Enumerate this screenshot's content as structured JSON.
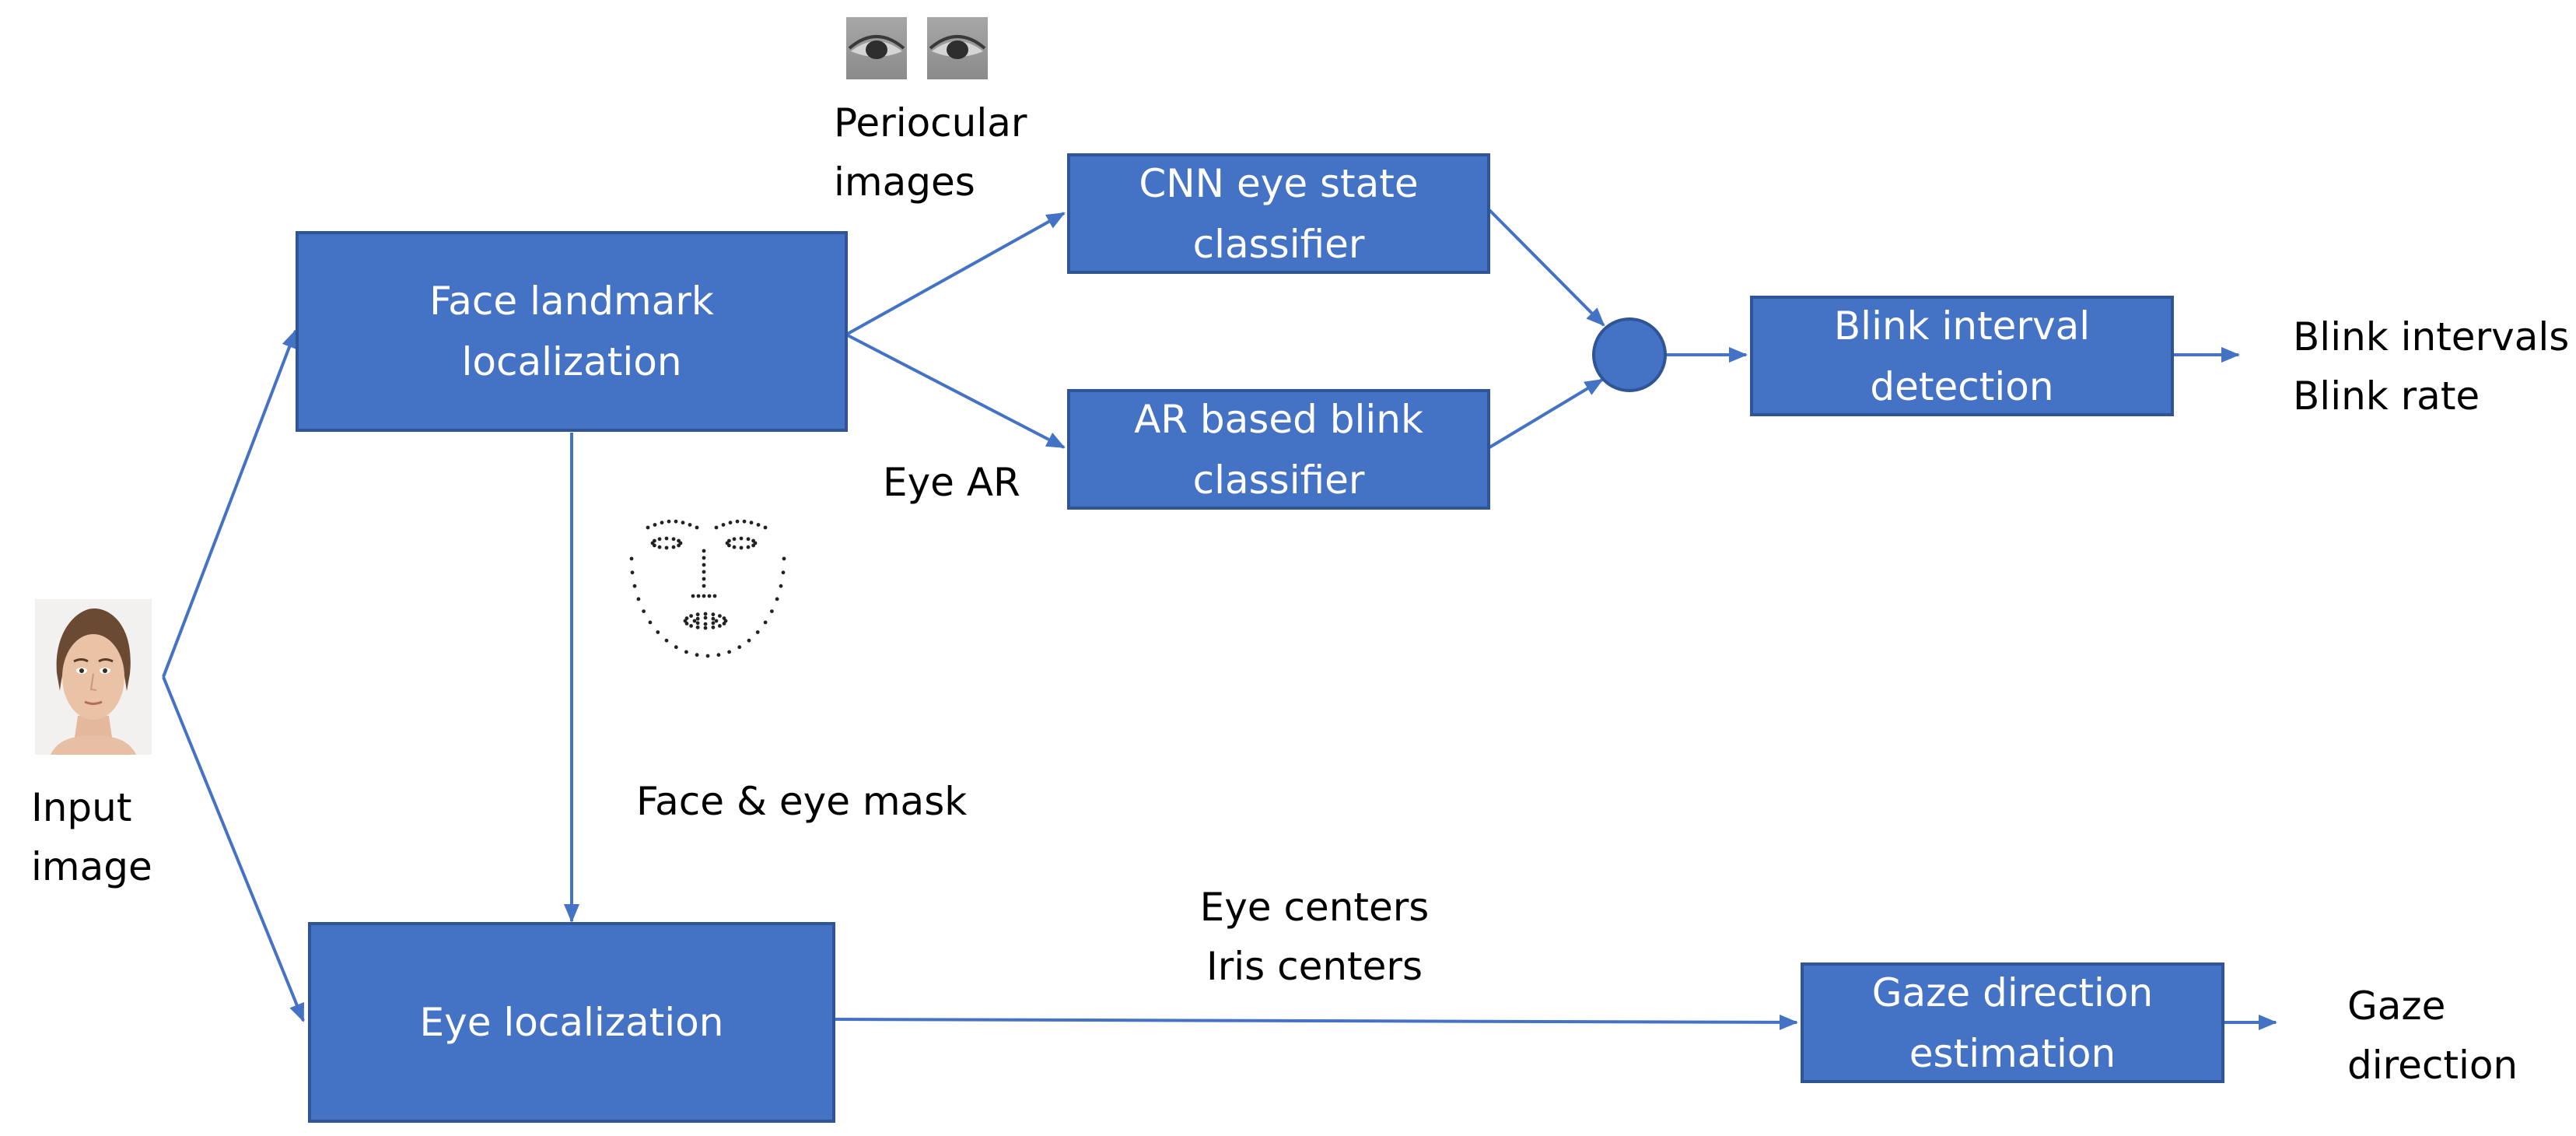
{
  "title": "",
  "nodes": {
    "face_landmark": "Face landmark\nlocalization",
    "cnn_classifier": "CNN eye state\nclassifier",
    "ar_classifier": "AR based blink\nclassifier",
    "blink_detection": "Blink interval\ndetection",
    "eye_localization": "Eye localization",
    "gaze_estimation": "Gaze direction\nestimation"
  },
  "labels": {
    "input_image": "Input\nimage",
    "periocular_images": "Periocular\nimages",
    "eye_ar": "Eye AR",
    "face_eye_mask": "Face & eye mask",
    "eye_iris_centers": "Eye centers\nIris centers",
    "blink_outputs": "Blink intervals\nBlink rate",
    "gaze_output": "Gaze\ndirection"
  },
  "colors": {
    "box_fill": "#4472c4",
    "box_border": "#2f5597",
    "arrow": "#4472c4",
    "text_on_box": "#ffffff",
    "text": "#000000"
  },
  "icons": {
    "input_face": "face-photo-icon",
    "periocular_eyes": "eye-patch-icon",
    "landmarks": "face-landmarks-icon",
    "fusion": "fusion-circle-icon"
  }
}
